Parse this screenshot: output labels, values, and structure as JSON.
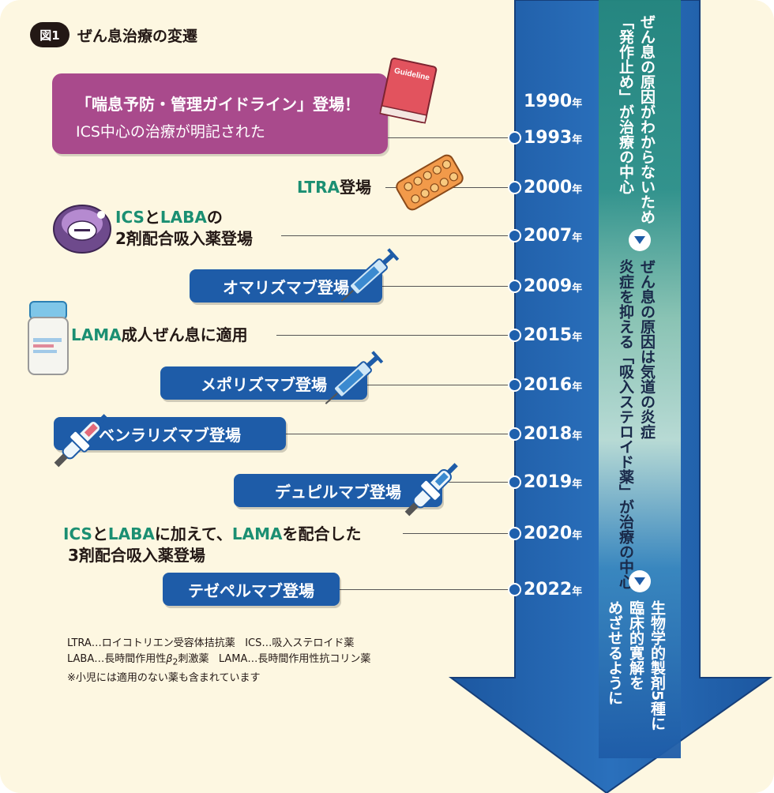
{
  "figure": {
    "badge": "図1",
    "title": "ぜん息治療の変遷"
  },
  "guideline": {
    "line1": "「喘息予防・管理ガイドライン」登場！",
    "line2": "ICS中心の治療が明記された",
    "book_label": "Guideline"
  },
  "years": [
    "1990",
    "1993",
    "2000",
    "2007",
    "2009",
    "2015",
    "2016",
    "2018",
    "2019",
    "2020",
    "2022"
  ],
  "year_suffix": "年",
  "events": {
    "ltra": {
      "g1": "LTRA",
      "t1": "登場"
    },
    "ics_laba": {
      "g1": "ICS",
      "t1": "と",
      "g2": "LABA",
      "t2": "の",
      "line2": "2剤配合吸入薬登場"
    },
    "omalizumab": "オマリズマブ登場",
    "lama": {
      "g1": "LAMA",
      "t1": "成人ぜん息に適用"
    },
    "mepolizumab": "メポリズマブ登場",
    "benralizumab": "ベンラリズマブ登場",
    "dupilumab": "デュピルマブ登場",
    "triple": {
      "g1": "ICS",
      "t1": "と",
      "g2": "LABA",
      "t2": "に加えて、",
      "g3": "LAMA",
      "t3": "を配合した",
      "line2": "3剤配合吸入薬登場"
    },
    "tezepelumab": "テゼペルマブ登場"
  },
  "stages": {
    "s1_l1": "ぜん息の原因がわからないため",
    "s1_l2": "「発作止め」が治療の中心",
    "s2_l1": "ぜん息の原因は気道の炎症",
    "s2_l2": "炎症を抑える「吸入ステロイド薬」が治療の中心",
    "s3_l1": "生物学的製剤5種に",
    "s3_l2": "臨床的寛解を",
    "s3_l3": "めざせるように"
  },
  "footnotes": {
    "l1a": "LTRA…ロイコトリエン受容体拮抗薬",
    "l1b": "ICS…吸入ステロイド薬",
    "l2a_pre": "LABA…長時間作用性",
    "l2a_beta": "β",
    "l2a_sub": "2",
    "l2a_post": "刺激薬",
    "l2b": "LAMA…長時間作用性抗コリン薬",
    "l3": "※小児には適用のない薬も含まれています"
  },
  "colors": {
    "background": "#fdf7e1",
    "arrow_blue": "#1e5ca8",
    "magenta": "#a94a8c",
    "green": "#1b8f72",
    "teal_band": "#2d8f84"
  }
}
